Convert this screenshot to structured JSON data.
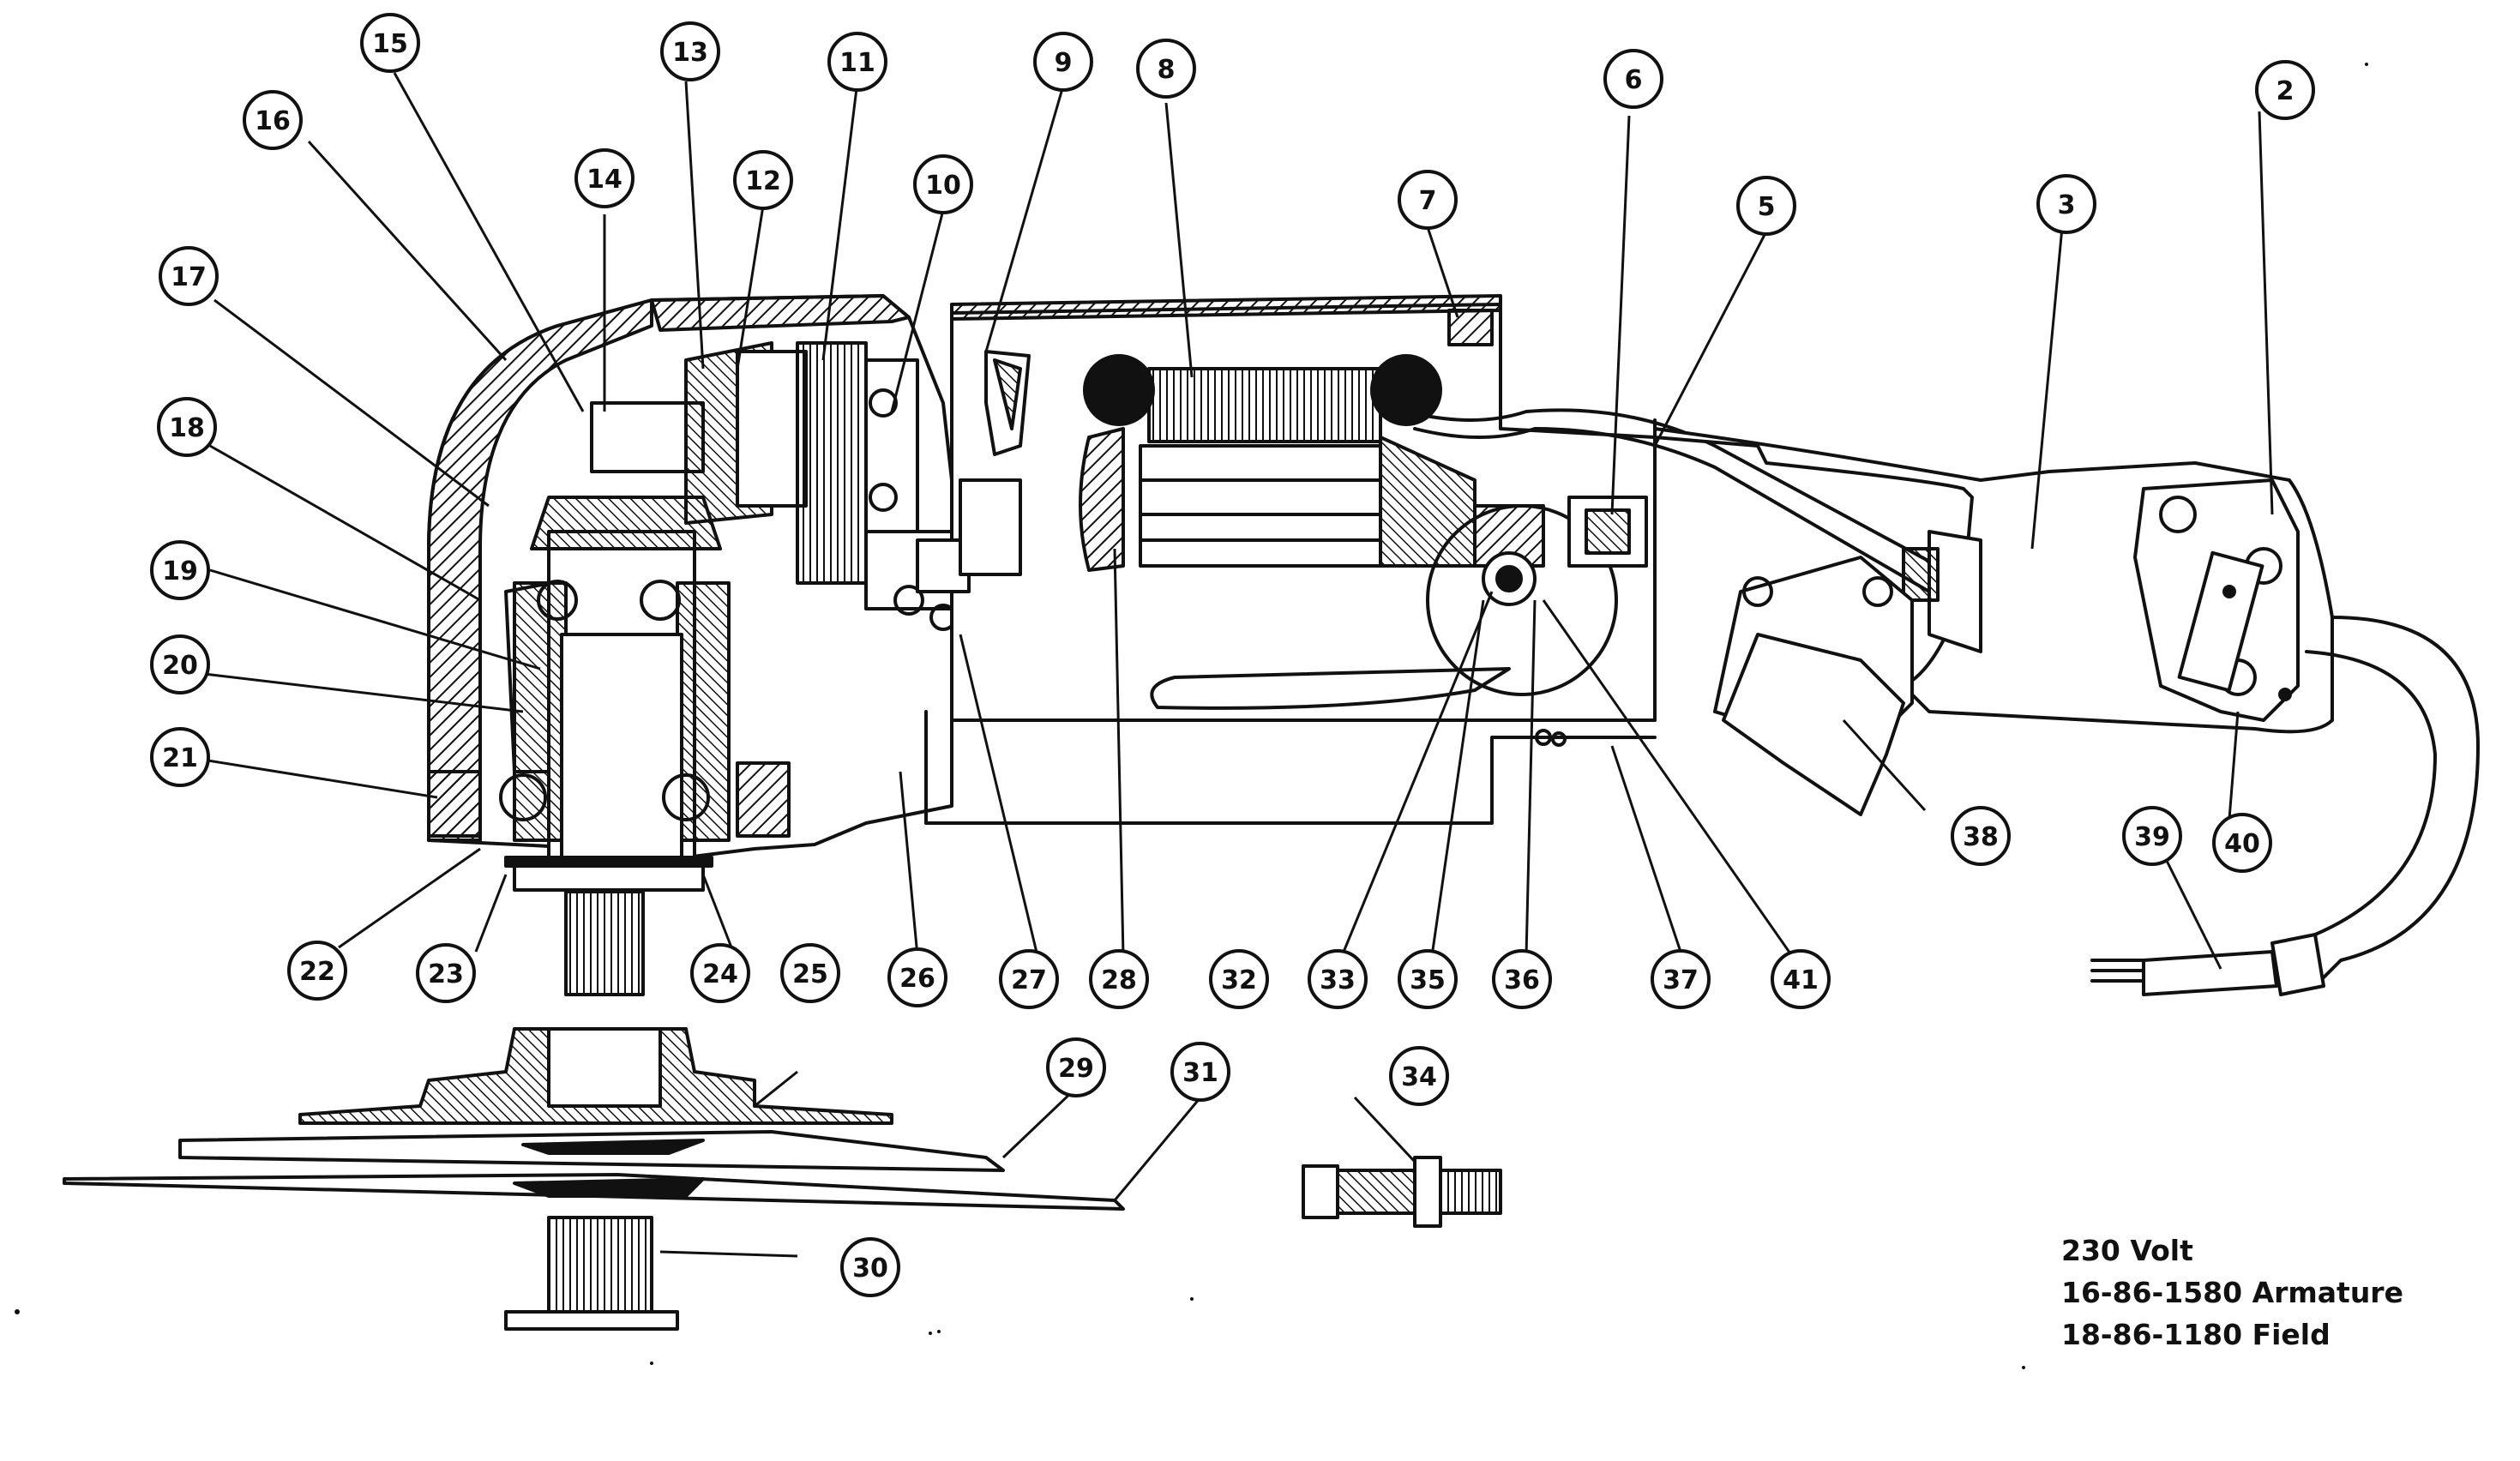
{
  "diagram": {
    "callouts": [
      "2",
      "3",
      "5",
      "6",
      "7",
      "8",
      "9",
      "10",
      "11",
      "12",
      "13",
      "14",
      "15",
      "16",
      "17",
      "18",
      "19",
      "20",
      "21",
      "22",
      "23",
      "24",
      "25",
      "26",
      "27",
      "28",
      "29",
      "30",
      "31",
      "32",
      "33",
      "34",
      "35",
      "36",
      "37",
      "38",
      "39",
      "40",
      "41"
    ]
  },
  "notes": {
    "voltage": "230 Volt",
    "armature": "16-86-1580 Armature",
    "field": "18-86-1180 Field"
  },
  "colors": {
    "ink": "#111111",
    "paper": "#ffffff"
  }
}
